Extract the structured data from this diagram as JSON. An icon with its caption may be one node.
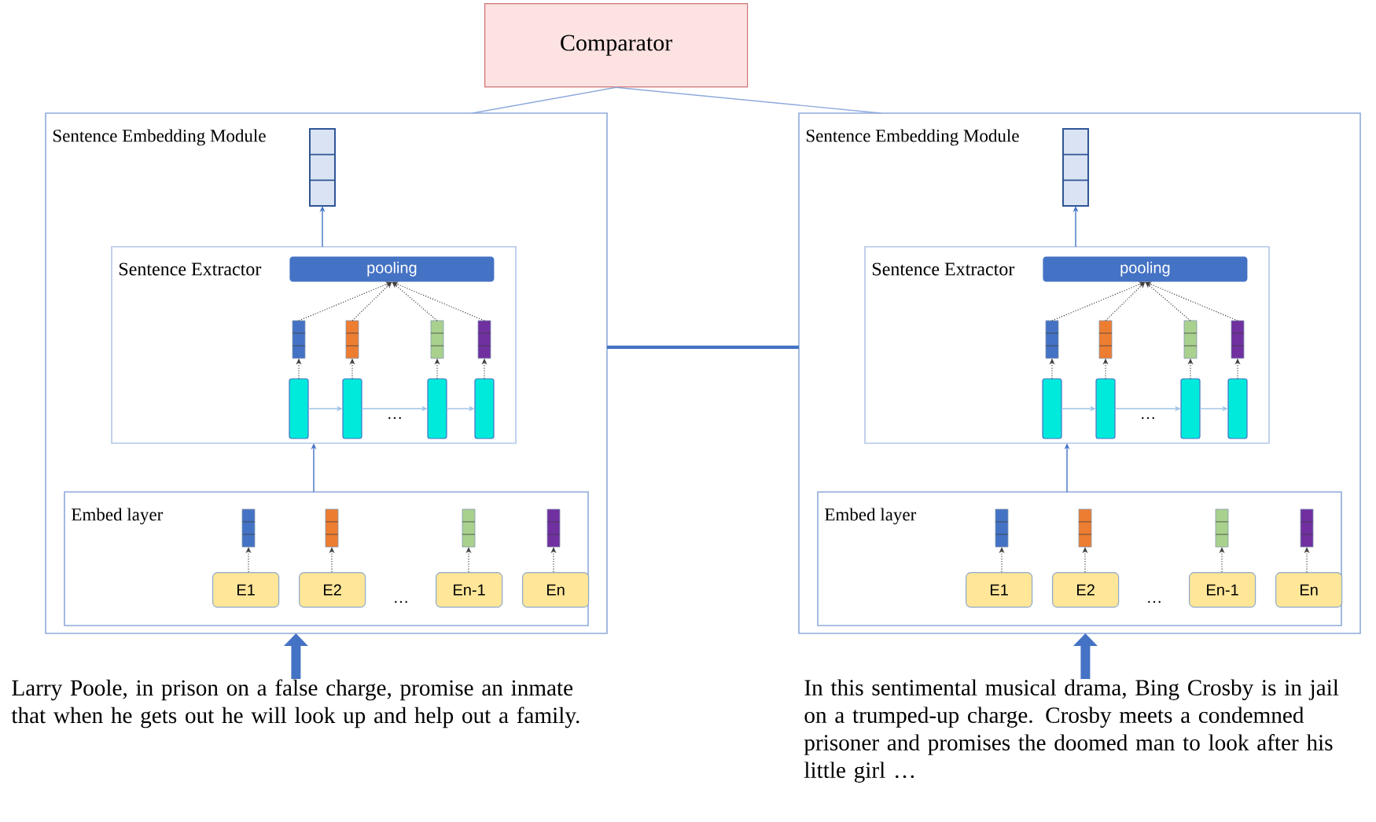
{
  "diagram": {
    "nodes": [
      {
        "text": [
          "Comparator"
        ]
      },
      {
        "text": [
          "Sentence Embedding Module"
        ]
      },
      {
        "text": [],
        "shape": "box",
        "in": 1
      },
      {
        "text": [
          "Sentence Extractor"
        ],
        "in": 1
      },
      {
        "text": [
          "pooling"
        ],
        "in": 3
      },
      {
        "text": [],
        "shape": "box",
        "in": 3
      },
      {
        "text": [],
        "shape": "box",
        "in": 3
      },
      {
        "text": [],
        "shape": "box",
        "in": 3
      },
      {
        "text": [],
        "shape": "box",
        "in": 3
      },
      {
        "text": [],
        "shape": "box",
        "in": 3
      },
      {
        "text": [],
        "shape": "box",
        "in": 3
      },
      {
        "text": [],
        "shape": "box",
        "in": 3
      },
      {
        "text": [],
        "shape": "box",
        "in": 3
      },
      {
        "text": [
          "Embed layer"
        ],
        "in": 1
      },
      {
        "text": [],
        "shape": "box",
        "in": 13
      },
      {
        "text": [],
        "shape": "box",
        "in": 13
      },
      {
        "text": [],
        "shape": "box",
        "in": 13
      },
      {
        "text": [],
        "shape": "box",
        "in": 13
      },
      {
        "text": [
          "E1"
        ],
        "in": 13
      },
      {
        "text": [
          "E2"
        ],
        "in": 13
      },
      {
        "text": [
          "En-1"
        ],
        "in": 13
      },
      {
        "text": [
          "En"
        ],
        "in": 13
      },
      {
        "text": [
          "Larry Poole, in prison on a false charge, promise an inmate that when he gets out he will look up and help out a family."
        ]
      },
      {
        "text": [
          "Sentence Embedding Module"
        ]
      },
      {
        "text": [],
        "shape": "box",
        "in": 23
      },
      {
        "text": [
          "Sentence Extractor"
        ],
        "in": 23
      },
      {
        "text": [
          "pooling"
        ],
        "in": 25
      },
      {
        "text": [],
        "shape": "box",
        "in": 25
      },
      {
        "text": [],
        "shape": "box",
        "in": 25
      },
      {
        "text": [],
        "shape": "box",
        "in": 25
      },
      {
        "text": [],
        "shape": "box",
        "in": 25
      },
      {
        "text": [],
        "shape": "box",
        "in": 25
      },
      {
        "text": [],
        "shape": "box",
        "in": 25
      },
      {
        "text": [],
        "shape": "box",
        "in": 25
      },
      {
        "text": [],
        "shape": "box",
        "in": 25
      },
      {
        "text": [
          "Embed layer"
        ],
        "in": 23
      },
      {
        "text": [],
        "shape": "box",
        "in": 35
      },
      {
        "text": [],
        "shape": "box",
        "in": 35
      },
      {
        "text": [],
        "shape": "box",
        "in": 35
      },
      {
        "text": [],
        "shape": "box",
        "in": 35
      },
      {
        "text": [
          "E1"
        ],
        "in": 35
      },
      {
        "text": [
          "E2"
        ],
        "in": 35
      },
      {
        "text": [
          "En-1"
        ],
        "in": 35
      },
      {
        "text": [
          "En"
        ],
        "in": 35
      },
      {
        "text": [
          "In this sentimental musical drama, Bing Crosby is in jail on a trumped-up charge. Crosby meets a condemned prisoner and promises the doomed man to look after his little girl …"
        ]
      }
    ],
    "edges": [
      {
        "from": 0,
        "to": 1,
        "arrow": "none",
        "color": "#8eaadb"
      },
      {
        "from": 0,
        "to": 23,
        "arrow": "none",
        "color": "#8eaadb"
      },
      {
        "from": 1,
        "to": 23,
        "arrow": "none",
        "style": "thick",
        "color": "#4472c4"
      },
      {
        "from": 3,
        "to": 2,
        "arrow": "to",
        "color": "#4472c4"
      },
      {
        "from": 5,
        "to": 4,
        "arrow": "to",
        "style": "dashed"
      },
      {
        "from": 6,
        "to": 4,
        "arrow": "to",
        "style": "dashed"
      },
      {
        "from": 7,
        "to": 4,
        "arrow": "to",
        "style": "dashed"
      },
      {
        "from": 8,
        "to": 4,
        "arrow": "to",
        "style": "dashed"
      },
      {
        "from": 9,
        "to": 5,
        "arrow": "to",
        "style": "dashed"
      },
      {
        "from": 10,
        "to": 6,
        "arrow": "to",
        "style": "dashed"
      },
      {
        "from": 11,
        "to": 7,
        "arrow": "to",
        "style": "dashed"
      },
      {
        "from": 12,
        "to": 8,
        "arrow": "to",
        "style": "dashed"
      },
      {
        "from": 9,
        "to": 10,
        "arrow": "to",
        "color": "#9dc3e6"
      },
      {
        "from": 10,
        "to": 11,
        "arrow": "to",
        "color": "#9dc3e6"
      },
      {
        "from": 11,
        "to": 12,
        "arrow": "to",
        "color": "#9dc3e6"
      },
      {
        "from": 13,
        "to": 3,
        "arrow": "to",
        "color": "#4472c4"
      },
      {
        "from": 18,
        "to": 14,
        "arrow": "to",
        "style": "dashed"
      },
      {
        "from": 19,
        "to": 15,
        "arrow": "to",
        "style": "dashed"
      },
      {
        "from": 20,
        "to": 16,
        "arrow": "to",
        "style": "dashed"
      },
      {
        "from": 21,
        "to": 17,
        "arrow": "to",
        "style": "dashed"
      },
      {
        "from": 22,
        "to": 1,
        "arrow": "to",
        "style": "thick",
        "color": "#4472c4"
      },
      {
        "from": 25,
        "to": 24,
        "arrow": "to",
        "color": "#4472c4"
      },
      {
        "from": 27,
        "to": 26,
        "arrow": "to",
        "style": "dashed"
      },
      {
        "from": 28,
        "to": 26,
        "arrow": "to",
        "style": "dashed"
      },
      {
        "from": 29,
        "to": 26,
        "arrow": "to",
        "style": "dashed"
      },
      {
        "from": 30,
        "to": 26,
        "arrow": "to",
        "style": "dashed"
      },
      {
        "from": 31,
        "to": 27,
        "arrow": "to",
        "style": "dashed"
      },
      {
        "from": 32,
        "to": 28,
        "arrow": "to",
        "style": "dashed"
      },
      {
        "from": 33,
        "to": 29,
        "arrow": "to",
        "style": "dashed"
      },
      {
        "from": 34,
        "to": 30,
        "arrow": "to",
        "style": "dashed"
      },
      {
        "from": 31,
        "to": 32,
        "arrow": "to",
        "color": "#9dc3e6"
      },
      {
        "from": 32,
        "to": 33,
        "arrow": "to",
        "color": "#9dc3e6"
      },
      {
        "from": 33,
        "to": 34,
        "arrow": "to",
        "color": "#9dc3e6"
      },
      {
        "from": 35,
        "to": 25,
        "arrow": "to",
        "color": "#4472c4"
      },
      {
        "from": 40,
        "to": 36,
        "arrow": "to",
        "style": "dashed"
      },
      {
        "from": 41,
        "to": 37,
        "arrow": "to",
        "style": "dashed"
      },
      {
        "from": 42,
        "to": 38,
        "arrow": "to",
        "style": "dashed"
      },
      {
        "from": 43,
        "to": 39,
        "arrow": "to",
        "style": "dashed"
      },
      {
        "from": 44,
        "to": 23,
        "arrow": "to",
        "style": "thick",
        "color": "#4472c4"
      }
    ],
    "labels": [
      "…",
      "…",
      "…",
      "…"
    ]
  }
}
